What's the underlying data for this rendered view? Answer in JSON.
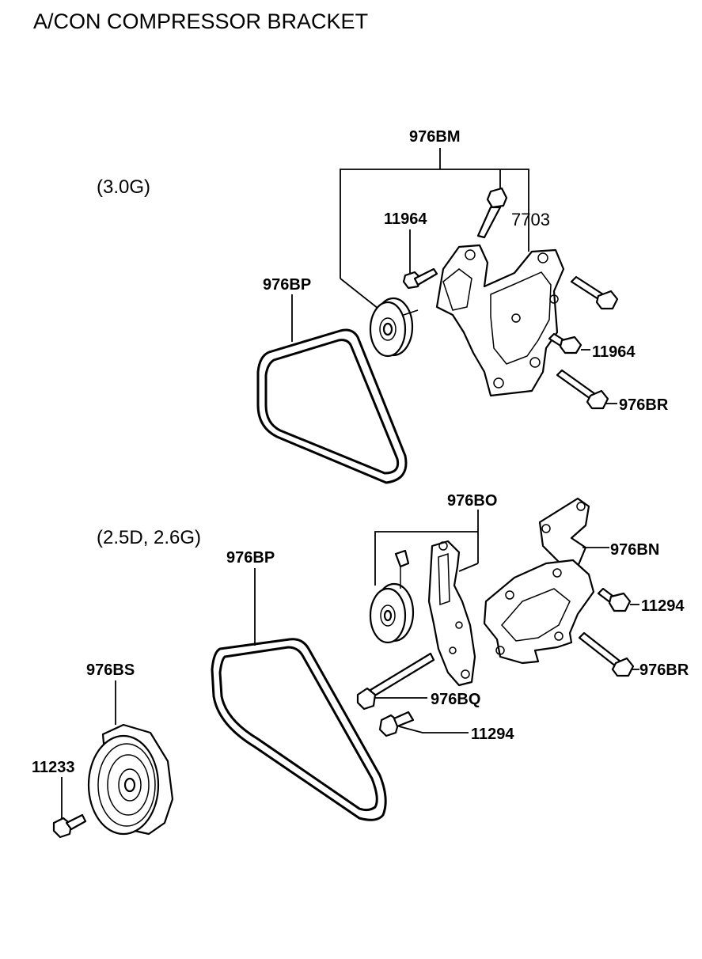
{
  "title": "A/CON COMPRESSOR BRACKET",
  "sections": {
    "top": "(3.0G)",
    "bottom": "(2.5D, 2.6G)"
  },
  "callouts": {
    "c976BM": "976BM",
    "c7703": "7703",
    "c11964_top": "11964",
    "c976BP_top": "976BP",
    "c11964_right": "11964",
    "c976BR_top": "976BR",
    "c976BO": "976BO",
    "c976BN": "976BN",
    "c976BP_bottom": "976BP",
    "c11294_right": "11294",
    "c976BR_bottom": "976BR",
    "c976BQ": "976BQ",
    "c976BS": "976BS",
    "c11294_bottom": "11294",
    "c11233": "11233"
  }
}
